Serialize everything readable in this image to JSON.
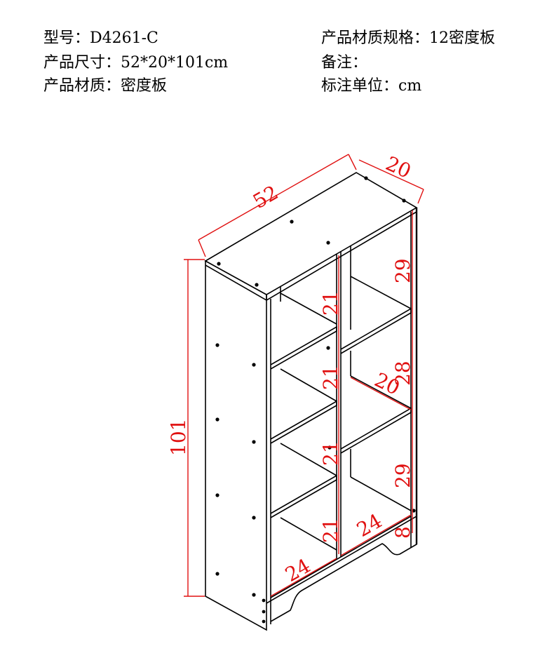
{
  "specs": {
    "model": "型号：D4261-C",
    "size": "产品尺寸：52*20*101cm",
    "material": "产品材质：密度板",
    "spec": "产品材质规格：12密度板",
    "note": "备注：",
    "unit": "标注单位：cm"
  },
  "dimensions": {
    "width": "52",
    "depth": "20",
    "height": "101",
    "left_cell_1": "21",
    "left_cell_2": "21",
    "left_cell_3": "21",
    "left_cell_4": "21",
    "right_cell_1": "29",
    "right_cell_2": "28",
    "right_cell_3": "29",
    "shelf_depth": "20",
    "plinth": "8",
    "cell_width_left": "24",
    "cell_width_right": "24"
  },
  "colors": {
    "line": "#000000",
    "dimension": "#e01010"
  }
}
